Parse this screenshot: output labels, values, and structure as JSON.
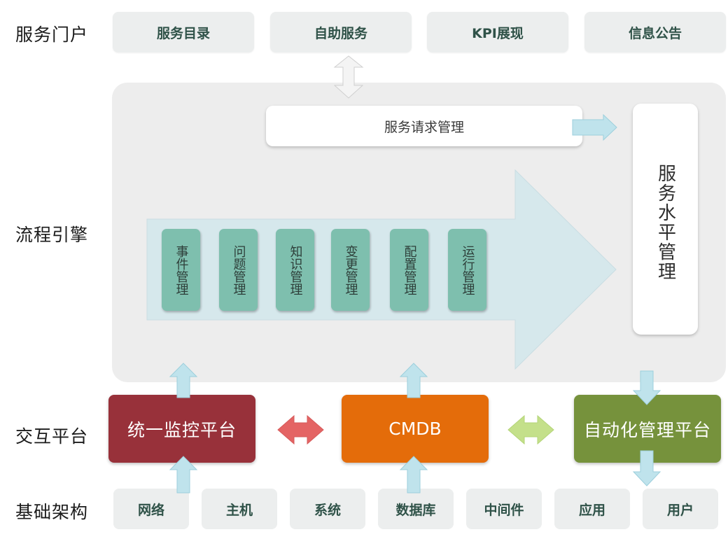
{
  "rows": {
    "portal": "服务门户",
    "engine": "流程引擎",
    "interaction": "交互平台",
    "infrastructure": "基础架构"
  },
  "portal_items": [
    "服务目录",
    "自助服务",
    "KPI展现",
    "信息公告"
  ],
  "service_request": "服务请求管理",
  "service_level": "服务水平管理",
  "processes": [
    "事件管理",
    "问题管理",
    "知识管理",
    "变更管理",
    "配置管理",
    "运行管理"
  ],
  "platforms": {
    "monitoring": "统一监控平台",
    "cmdb": "CMDB",
    "automation": "自动化管理平台"
  },
  "infrastructure_items": [
    "网络",
    "主机",
    "系统",
    "数据库",
    "中间件",
    "应用",
    "用户"
  ],
  "colors": {
    "monitoring": "#98313a",
    "cmdb": "#e46c0a",
    "automation": "#76923c",
    "process": "#7ebfae",
    "big_arrow": "#d6e8ec",
    "small_arrow": "#bfe3ec",
    "red_arrow": "#e46464",
    "green_arrow": "#c4e08a"
  }
}
